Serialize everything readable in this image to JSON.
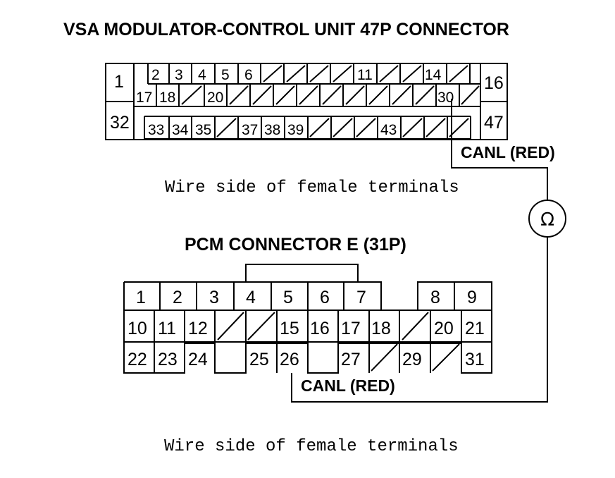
{
  "vsa": {
    "title": "VSA MODULATOR-CONTROL UNIT 47P CONNECTOR",
    "caption": "Wire side of female terminals",
    "wire_label": "CANL (RED)",
    "pins": [
      "1",
      "2",
      "3",
      "4",
      "5",
      "6",
      "11",
      "14",
      "16",
      "17",
      "18",
      "20",
      "30",
      "32",
      "33",
      "34",
      "35",
      "37",
      "38",
      "39",
      "43",
      "47"
    ]
  },
  "pcm": {
    "title": "PCM CONNECTOR E (31P)",
    "caption": "Wire side of female terminals",
    "wire_label": "CANL (RED)",
    "pins": [
      "1",
      "2",
      "3",
      "4",
      "5",
      "6",
      "7",
      "8",
      "9",
      "10",
      "11",
      "12",
      "15",
      "16",
      "17",
      "18",
      "20",
      "21",
      "22",
      "23",
      "24",
      "25",
      "26",
      "27",
      "29",
      "31"
    ]
  },
  "meter": {
    "symbol": "Ω",
    "icon": "ohmmeter-icon"
  },
  "colors": {
    "line": "#000000",
    "background": "#ffffff"
  }
}
